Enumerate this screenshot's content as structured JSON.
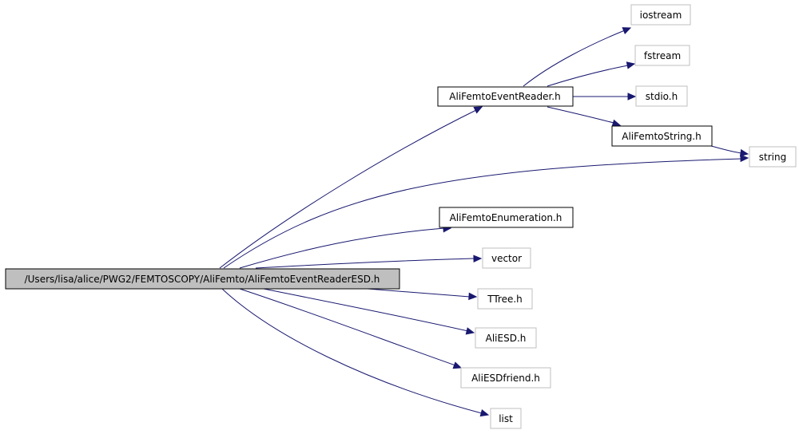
{
  "colors": {
    "edge": "#191970",
    "root_fill": "#bfbfbf",
    "node_fill": "#ffffff",
    "documented_border": "#000000",
    "external_border": "#bfbfbf"
  },
  "nodes": [
    {
      "id": "root",
      "label": "/Users/lisa/alice/PWG2/FEMTOSCOPY/AliFemto/AliFemtoEventReaderESD.h",
      "kind": "root"
    },
    {
      "id": "eventreader",
      "label": "AliFemtoEventReader.h",
      "kind": "documented"
    },
    {
      "id": "iostream",
      "label": "iostream",
      "kind": "external"
    },
    {
      "id": "fstream",
      "label": "fstream",
      "kind": "external"
    },
    {
      "id": "stdio",
      "label": "stdio.h",
      "kind": "external"
    },
    {
      "id": "femtostring",
      "label": "AliFemtoString.h",
      "kind": "documented"
    },
    {
      "id": "string",
      "label": "string",
      "kind": "external"
    },
    {
      "id": "enumeration",
      "label": "AliFemtoEnumeration.h",
      "kind": "documented"
    },
    {
      "id": "vector",
      "label": "vector",
      "kind": "external"
    },
    {
      "id": "ttree",
      "label": "TTree.h",
      "kind": "external"
    },
    {
      "id": "aliesd",
      "label": "AliESD.h",
      "kind": "external"
    },
    {
      "id": "aliesdfriend",
      "label": "AliESDfriend.h",
      "kind": "external"
    },
    {
      "id": "list",
      "label": "list",
      "kind": "external"
    }
  ],
  "edges": [
    {
      "from": "root",
      "to": "eventreader"
    },
    {
      "from": "root",
      "to": "string"
    },
    {
      "from": "root",
      "to": "enumeration"
    },
    {
      "from": "root",
      "to": "vector"
    },
    {
      "from": "root",
      "to": "ttree"
    },
    {
      "from": "root",
      "to": "aliesd"
    },
    {
      "from": "root",
      "to": "aliesdfriend"
    },
    {
      "from": "root",
      "to": "list"
    },
    {
      "from": "eventreader",
      "to": "iostream"
    },
    {
      "from": "eventreader",
      "to": "fstream"
    },
    {
      "from": "eventreader",
      "to": "stdio"
    },
    {
      "from": "eventreader",
      "to": "femtostring"
    },
    {
      "from": "femtostring",
      "to": "string"
    }
  ]
}
